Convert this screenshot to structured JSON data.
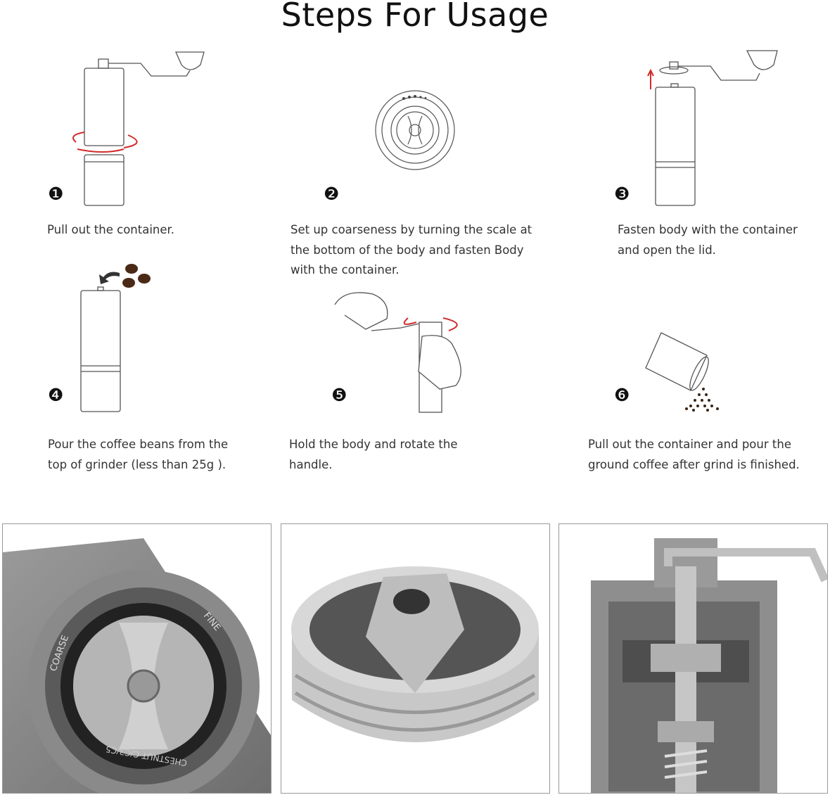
{
  "title": "Steps For Usage",
  "steps": [
    {
      "number": "❶",
      "lines": [
        "Pull out the container."
      ]
    },
    {
      "number": "❷",
      "lines": [
        "Set up coarseness by turning the scale at",
        "the bottom of the body and fasten Body",
        "with the container."
      ]
    },
    {
      "number": "❸",
      "lines": [
        "Fasten body with the container",
        "and open the lid."
      ]
    },
    {
      "number": "❹",
      "lines": [
        "Pour the coffee beans from the",
        "top of grinder (less than 25g )."
      ]
    },
    {
      "number": "❺",
      "lines": [
        "Hold the body and rotate the",
        "handle."
      ]
    },
    {
      "number": "❻",
      "lines": [
        "Pull out the container and pour the",
        "ground coffee after grind is finished."
      ]
    }
  ],
  "photos": {
    "burr_lettering": {
      "coarse": "COARSE",
      "fine": "FINE",
      "model": "CHESTNUT C/C3/C5"
    }
  },
  "colors": {
    "arrow": "#d22b2b",
    "outline": "#555555",
    "metal": "#b8b8b8"
  }
}
